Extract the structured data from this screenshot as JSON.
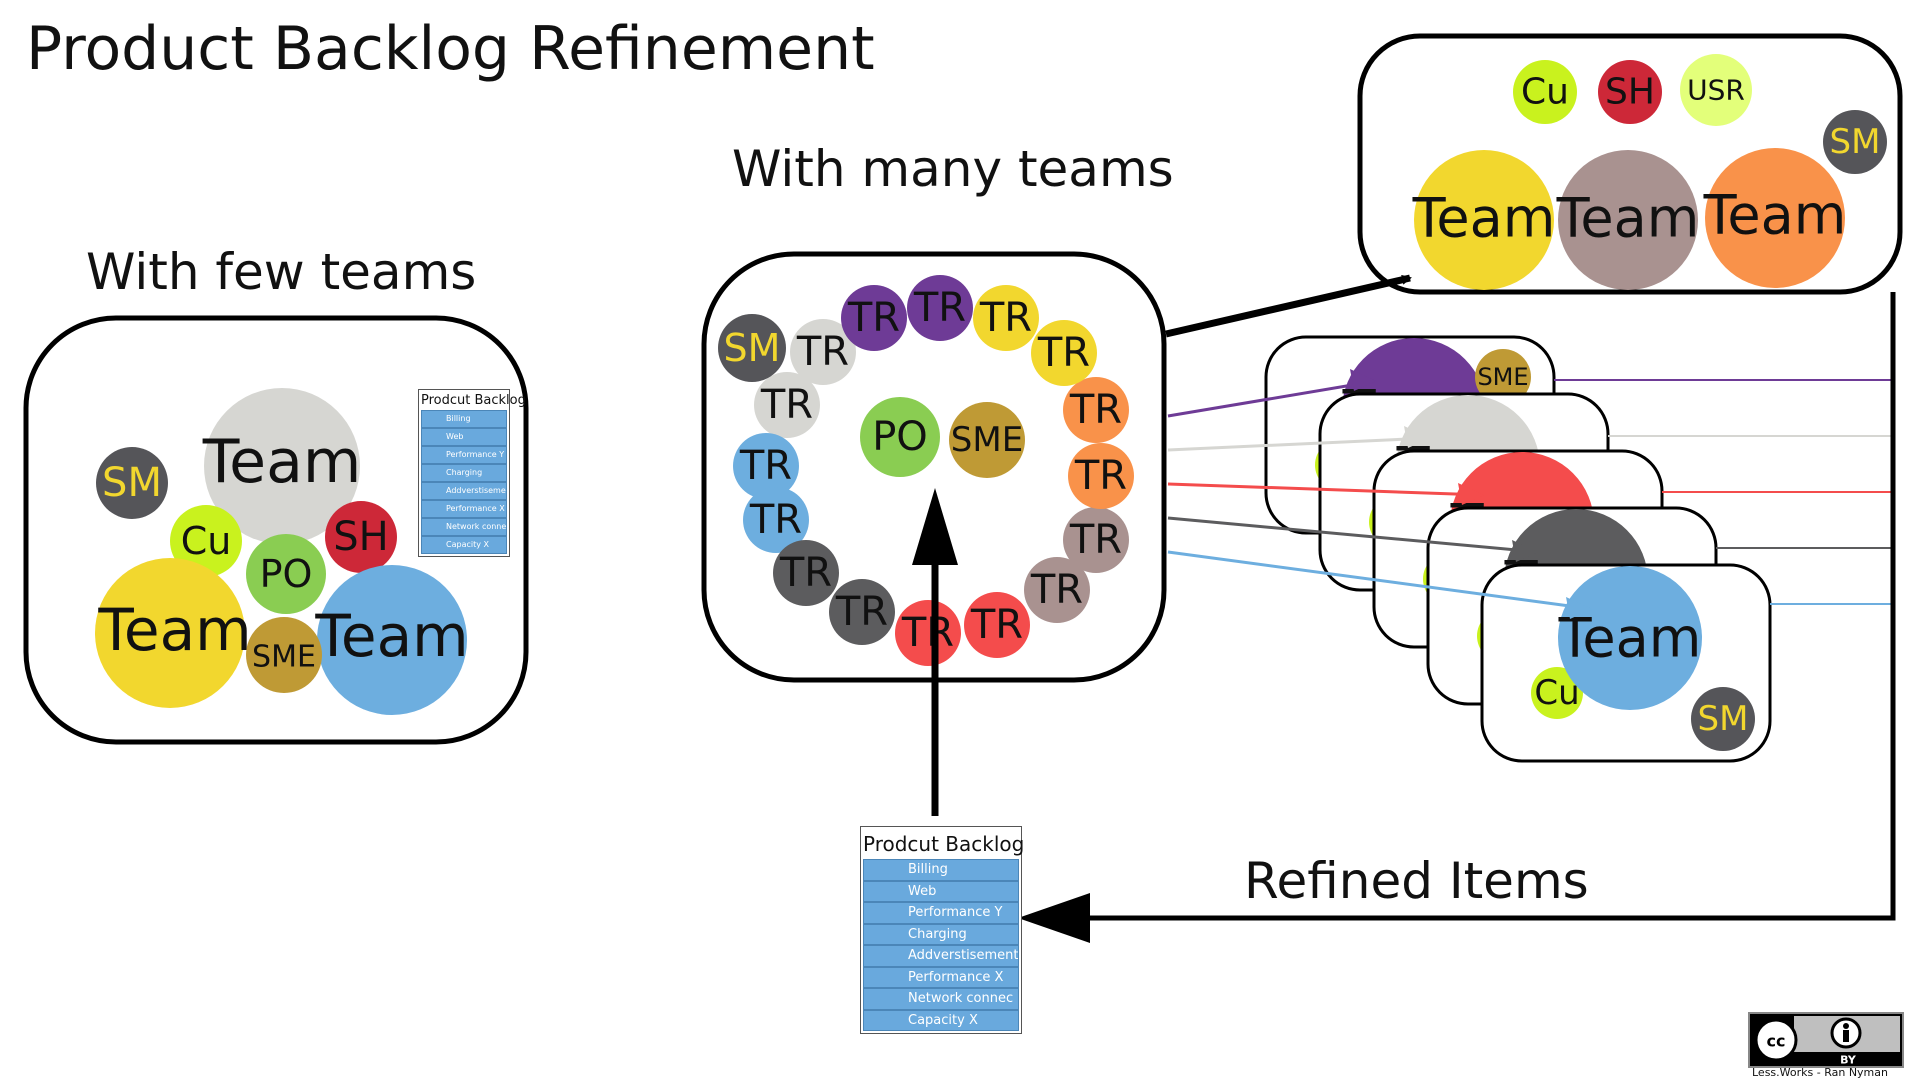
{
  "title": "Product Backlog Refinement",
  "few_teams": {
    "heading": "With few teams",
    "nodes": [
      "Team",
      "SM",
      "Cu",
      "PO",
      "SH",
      "Team",
      "SME",
      "Team"
    ]
  },
  "many_teams": {
    "heading": "With many teams",
    "tr_label": "TR",
    "po": "PO",
    "sme": "SME",
    "sm": "SM"
  },
  "top_group": {
    "nodes": [
      "Cu",
      "SH",
      "USR",
      "SM",
      "Team",
      "Team",
      "Team"
    ]
  },
  "stack": {
    "team_label": "Team",
    "cu_label": "Cu",
    "sme_label": "SME",
    "sm_label": "SM"
  },
  "backlog": {
    "title": "Prodcut Backlog",
    "items": [
      "Billing",
      "Web",
      "Performance Y",
      "Charging",
      "Addverstisement",
      "Performance X",
      "Network connec",
      "Capacity X"
    ]
  },
  "refined_label": "Refined  Items",
  "license": {
    "cc": "cc",
    "by": "BY",
    "credit": "Less.Works - Ran Nyman"
  },
  "colors": {
    "team_yellow": "#f2d72e",
    "team_grey": "#d6d6d2",
    "team_blue": "#6daedf",
    "team_brown": "#a99290",
    "team_orange": "#f9924a",
    "team_purple": "#6e3b96",
    "team_red": "#f44c4c",
    "team_dark": "#5c5c5e",
    "cu_green": "#c9f21e",
    "po_green": "#8acd52",
    "sh_red": "#cd2838",
    "sme_gold": "#bf9a35",
    "sm_dark": "#555559",
    "sm_text": "#f2d72e",
    "usr_green": "#e3ff7a"
  }
}
